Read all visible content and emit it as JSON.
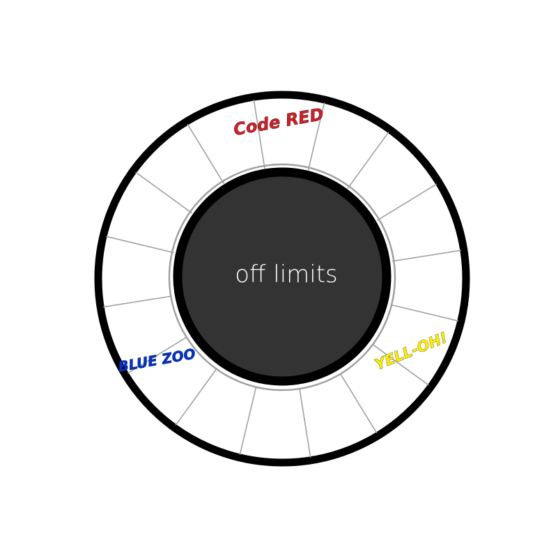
{
  "board": {
    "center_label": "off limits",
    "segment_count": 16,
    "colors": {
      "outer_ring": "#000000",
      "segment_fill": "#ffffff",
      "segment_divider": "#a0a0a0",
      "center_fill": "#333333",
      "center_ring": "#000000"
    },
    "zones": [
      {
        "label": "Code RED",
        "color": "#c8222a"
      },
      {
        "label": "YELL-OH!",
        "color": "#ffee00"
      },
      {
        "label": "BLUE ZOO",
        "color": "#0033cc"
      }
    ]
  }
}
